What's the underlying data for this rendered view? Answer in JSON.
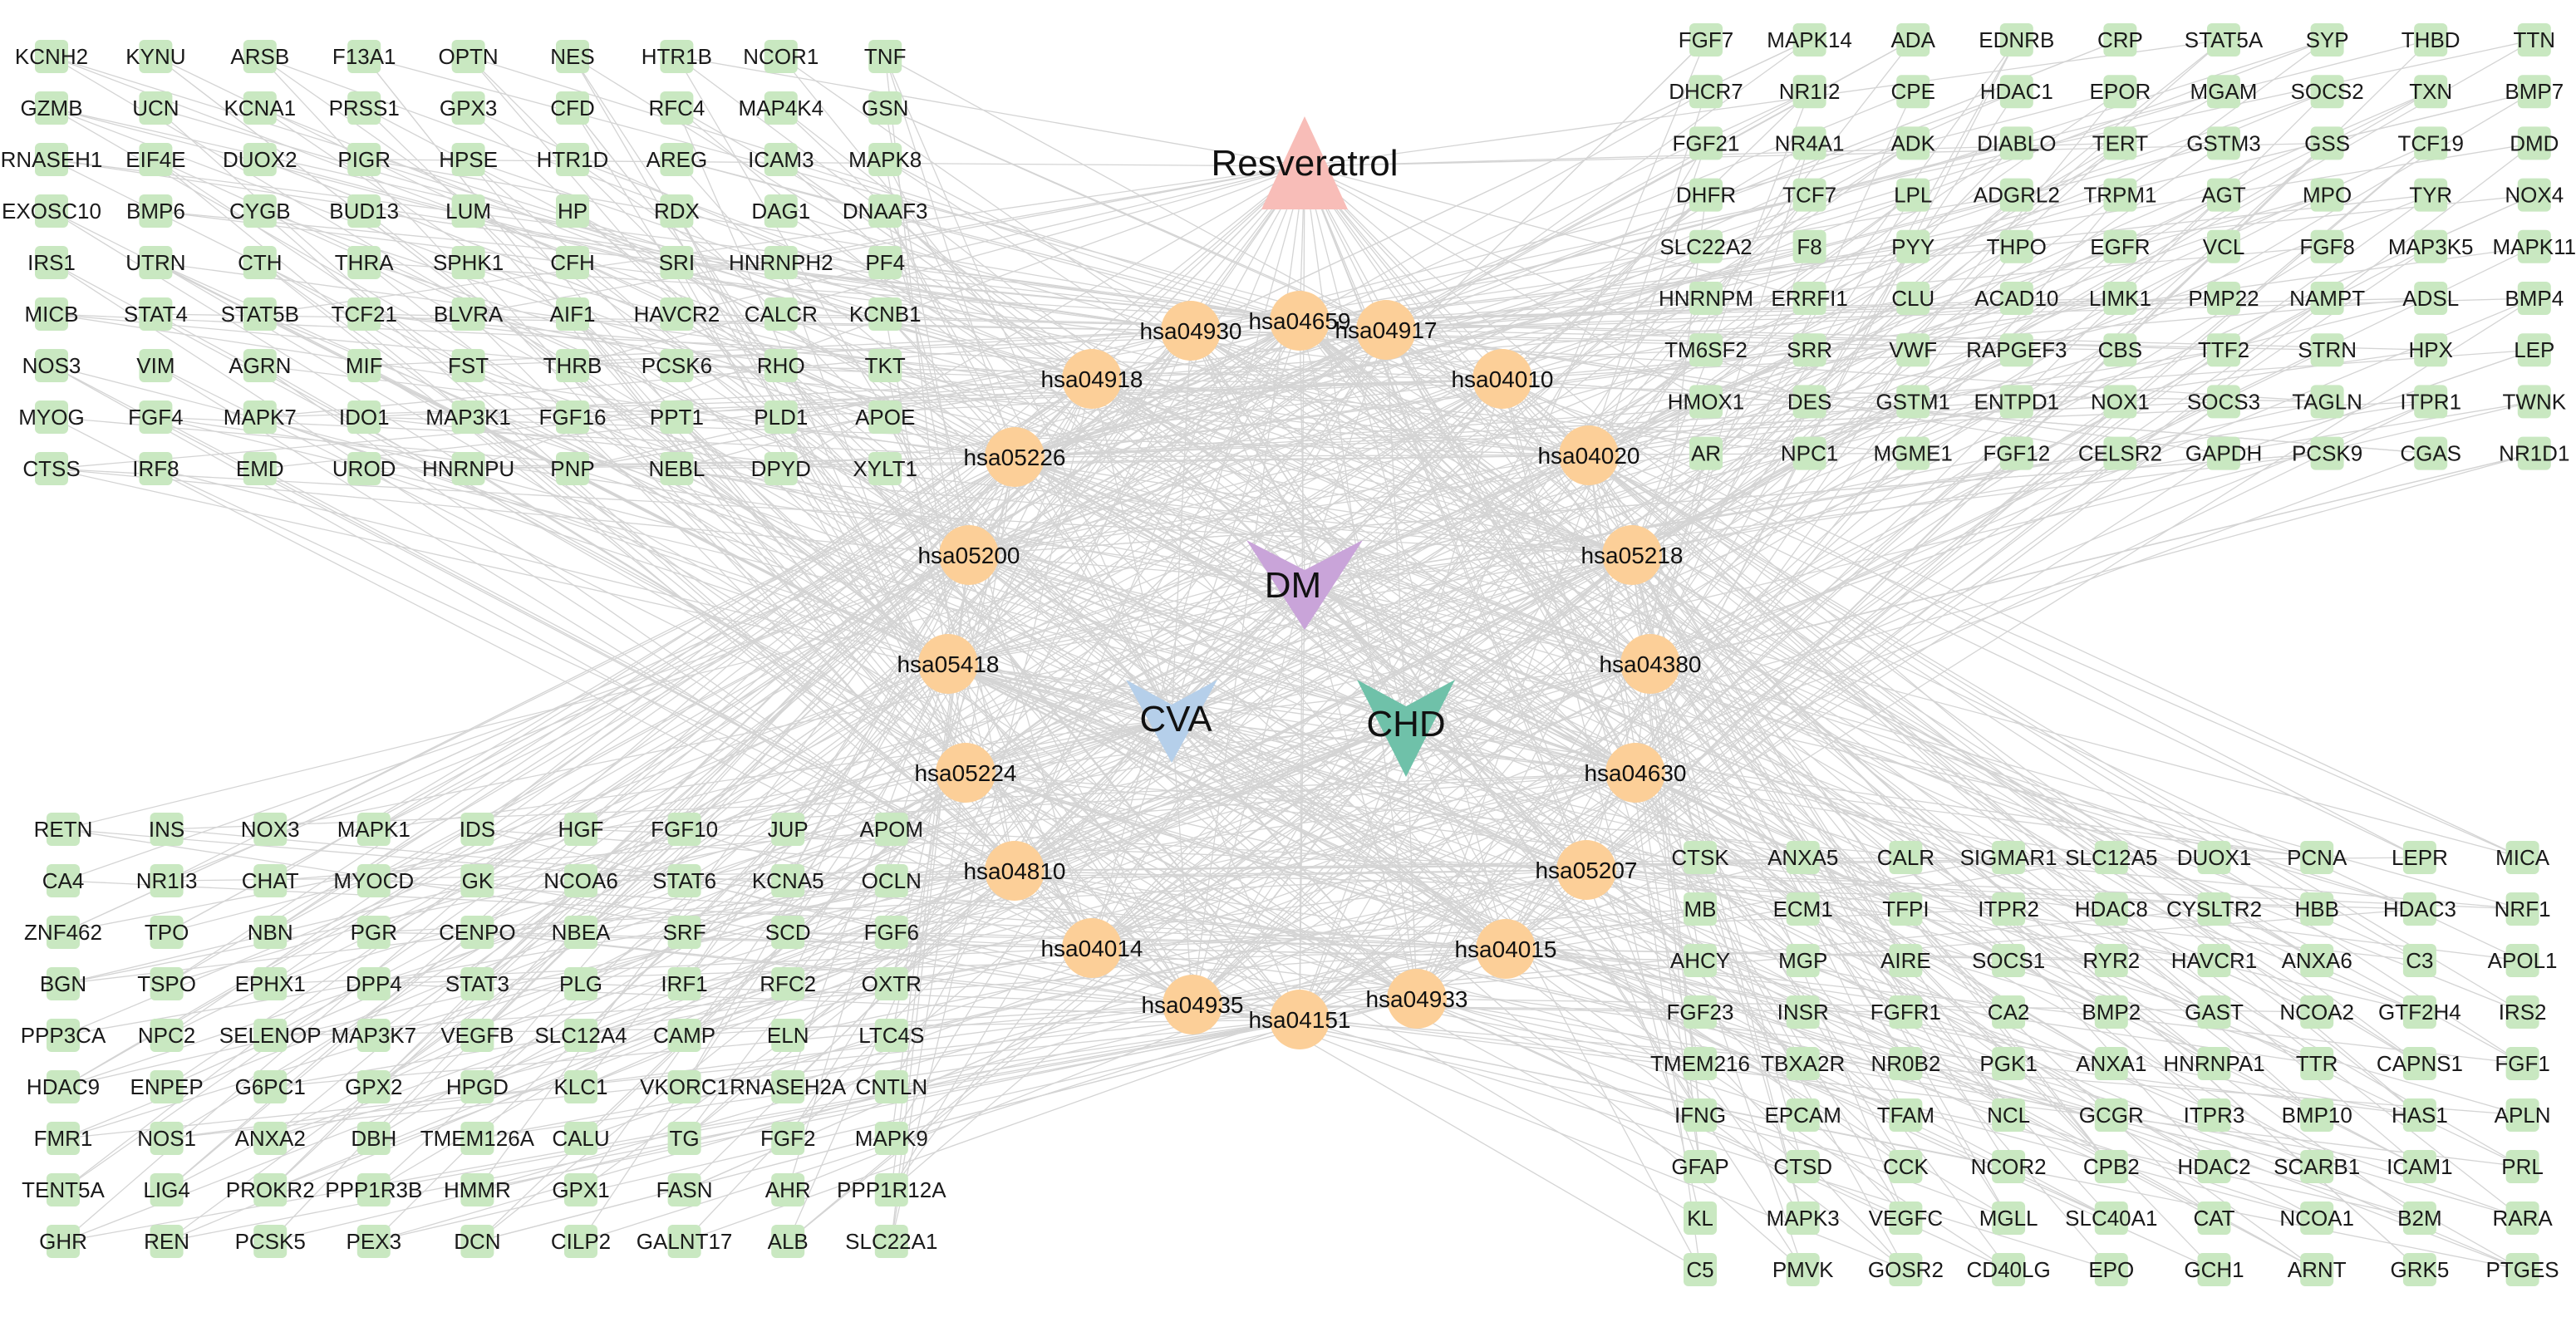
{
  "colors": {
    "edge": "#d4d4d4",
    "gene_node": "#c9e8c1",
    "pathway_node": "#fccf98",
    "drug_node": "#f8bdb8",
    "dm_node": "#c9a4d9",
    "cva_node": "#b5cfea",
    "chd_node": "#6fc1a9"
  },
  "drug": {
    "label": "Resveratrol",
    "shape": "triangle-up"
  },
  "diseases": [
    {
      "id": "DM",
      "label": "DM",
      "shape": "arrow-down"
    },
    {
      "id": "CVA",
      "label": "CVA",
      "shape": "arrow-down"
    },
    {
      "id": "CHD",
      "label": "CHD",
      "shape": "arrow-down"
    }
  ],
  "pathways": [
    "hsa04659",
    "hsa04917",
    "hsa04010",
    "hsa04020",
    "hsa05218",
    "hsa04380",
    "hsa04630",
    "hsa05207",
    "hsa04015",
    "hsa04933",
    "hsa04151",
    "hsa04935",
    "hsa04014",
    "hsa04810",
    "hsa05224",
    "hsa05418",
    "hsa05200",
    "hsa05226",
    "hsa04918",
    "hsa04930"
  ],
  "gene_blocks": {
    "top_left": [
      [
        "KCNH2",
        "KYNU",
        "ARSB",
        "F13A1",
        "OPTN",
        "NES",
        "HTR1B",
        "NCOR1",
        "TNF"
      ],
      [
        "GZMB",
        "UCN",
        "KCNA1",
        "PRSS1",
        "GPX3",
        "CFD",
        "RFC4",
        "MAP4K4",
        "GSN"
      ],
      [
        "RNASEH1",
        "EIF4E",
        "DUOX2",
        "PIGR",
        "HPSE",
        "HTR1D",
        "AREG",
        "ICAM3",
        "MAPK8"
      ],
      [
        "EXOSC10",
        "BMP6",
        "CYGB",
        "BUD13",
        "LUM",
        "HP",
        "RDX",
        "DAG1",
        "DNAAF3"
      ],
      [
        "IRS1",
        "UTRN",
        "CTH",
        "THRA",
        "SPHK1",
        "CFH",
        "SRI",
        "HNRNPH2",
        "PF4"
      ],
      [
        "MICB",
        "STAT4",
        "STAT5B",
        "TCF21",
        "BLVRA",
        "AIF1",
        "HAVCR2",
        "CALCR",
        "KCNB1"
      ],
      [
        "NOS3",
        "VIM",
        "AGRN",
        "MIF",
        "FST",
        "THRB",
        "PCSK6",
        "RHO",
        "TKT"
      ],
      [
        "MYOG",
        "FGF4",
        "MAPK7",
        "IDO1",
        "MAP3K1",
        "FGF16",
        "PPT1",
        "PLD1",
        "APOE"
      ],
      [
        "CTSS",
        "IRF8",
        "EMD",
        "UROD",
        "HNRNPU",
        "PNP",
        "NEBL",
        "DPYD",
        "XYLT1"
      ]
    ],
    "top_right": [
      [
        "FGF7",
        "MAPK14",
        "ADA",
        "EDNRB",
        "CRP",
        "STAT5A",
        "SYP",
        "THBD",
        "TTN"
      ],
      [
        "DHCR7",
        "NR1I2",
        "CPE",
        "HDAC1",
        "EPOR",
        "MGAM",
        "SOCS2",
        "TXN",
        "BMP7"
      ],
      [
        "FGF21",
        "NR4A1",
        "ADK",
        "DIABLO",
        "TERT",
        "GSTM3",
        "GSS",
        "TCF19",
        "DMD"
      ],
      [
        "DHFR",
        "TCF7",
        "LPL",
        "ADGRL2",
        "TRPM1",
        "AGT",
        "MPO",
        "TYR",
        "NOX4"
      ],
      [
        "SLC22A2",
        "F8",
        "PYY",
        "THPO",
        "EGFR",
        "VCL",
        "FGF8",
        "MAP3K5",
        "MAPK11"
      ],
      [
        "HNRNPM",
        "ERRFI1",
        "CLU",
        "ACAD10",
        "LIMK1",
        "PMP22",
        "NAMPT",
        "ADSL",
        "BMP4"
      ],
      [
        "TM6SF2",
        "SRR",
        "VWF",
        "RAPGEF3",
        "CBS",
        "TTF2",
        "STRN",
        "HPX",
        "LEP"
      ],
      [
        "HMOX1",
        "DES",
        "GSTM1",
        "ENTPD1",
        "NOX1",
        "SOCS3",
        "TAGLN",
        "ITPR1",
        "TWNK"
      ],
      [
        "AR",
        "NPC1",
        "MGME1",
        "FGF12",
        "CELSR2",
        "GAPDH",
        "PCSK9",
        "CGAS",
        "NR1D1"
      ]
    ],
    "bottom_left": [
      [
        "RETN",
        "INS",
        "NOX3",
        "MAPK1",
        "IDS",
        "HGF",
        "FGF10",
        "JUP",
        "APOM"
      ],
      [
        "CA4",
        "NR1I3",
        "CHAT",
        "MYOCD",
        "GK",
        "NCOA6",
        "STAT6",
        "KCNA5",
        "OCLN"
      ],
      [
        "ZNF462",
        "TPO",
        "NBN",
        "PGR",
        "CENPO",
        "NBEA",
        "SRF",
        "SCD",
        "FGF6"
      ],
      [
        "BGN",
        "TSPO",
        "EPHX1",
        "DPP4",
        "STAT3",
        "PLG",
        "IRF1",
        "RFC2",
        "OXTR"
      ],
      [
        "PPP3CA",
        "NPC2",
        "SELENOP",
        "MAP3K7",
        "VEGFB",
        "SLC12A4",
        "CAMP",
        "ELN",
        "LTC4S"
      ],
      [
        "HDAC9",
        "ENPEP",
        "G6PC1",
        "GPX2",
        "HPGD",
        "KLC1",
        "VKORC1",
        "RNASEH2A",
        "CNTLN"
      ],
      [
        "FMR1",
        "NOS1",
        "ANXA2",
        "DBH",
        "TMEM126A",
        "CALU",
        "TG",
        "FGF2",
        "MAPK9"
      ],
      [
        "TENT5A",
        "LIG4",
        "PROKR2",
        "PPP1R3B",
        "HMMR",
        "GPX1",
        "FASN",
        "AHR",
        "PPP1R12A"
      ],
      [
        "GHR",
        "REN",
        "PCSK5",
        "PEX3",
        "DCN",
        "CILP2",
        "GALNT17",
        "ALB",
        "SLC22A1"
      ]
    ],
    "bottom_right": [
      [
        "CTSK",
        "ANXA5",
        "CALR",
        "SIGMAR1",
        "SLC12A5",
        "DUOX1",
        "PCNA",
        "LEPR",
        "MICA"
      ],
      [
        "MB",
        "ECM1",
        "TFPI",
        "ITPR2",
        "HDAC8",
        "CYSLTR2",
        "HBB",
        "HDAC3",
        "NRF1"
      ],
      [
        "AHCY",
        "MGP",
        "AIRE",
        "SOCS1",
        "RYR2",
        "HAVCR1",
        "ANXA6",
        "C3",
        "APOL1"
      ],
      [
        "FGF23",
        "INSR",
        "FGFR1",
        "CA2",
        "BMP2",
        "GAST",
        "NCOA2",
        "GTF2H4",
        "IRS2"
      ],
      [
        "TMEM216",
        "TBXA2R",
        "NR0B2",
        "PGK1",
        "ANXA1",
        "HNRNPA1",
        "TTR",
        "CAPNS1",
        "FGF1"
      ],
      [
        "IFNG",
        "EPCAM",
        "TFAM",
        "NCL",
        "GCGR",
        "ITPR3",
        "BMP10",
        "HAS1",
        "APLN"
      ],
      [
        "GFAP",
        "CTSD",
        "CCK",
        "NCOR2",
        "CPB2",
        "HDAC2",
        "SCARB1",
        "ICAM1",
        "PRL"
      ],
      [
        "KL",
        "MAPK3",
        "VEGFC",
        "MGLL",
        "SLC40A1",
        "CAT",
        "NCOA1",
        "B2M",
        "RARA"
      ],
      [
        "C5",
        "PMVK",
        "GOSR2",
        "CD40LG",
        "EPO",
        "GCH1",
        "ARNT",
        "GRK5",
        "PTGES"
      ]
    ]
  }
}
